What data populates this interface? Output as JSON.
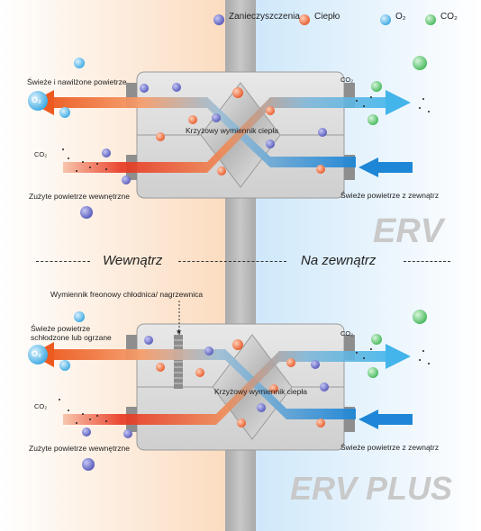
{
  "legend": {
    "pollution": "Zanieczyszczenia",
    "heat": "Ciepło",
    "o2": "O₂",
    "co2": "CO₂"
  },
  "zones": {
    "inside": "Wewnątrz",
    "outside": "Na zewnątrz"
  },
  "erv": {
    "title": "ERV",
    "fresh_in_label": "Świeże i nawilżone powietrze",
    "exhaust_in_label": "Zużyte powietrze wewnętrzne",
    "fresh_out_label": "Świeże powietrze z zewnątrz",
    "exchanger_label": "Krzyżowy wymiennik ciepła",
    "co2_left": "CO₂",
    "co2_right": "CO₂",
    "o2_text": "O₂"
  },
  "erv_plus": {
    "title": "ERV PLUS",
    "coil_label": "Wymiennik freonowy chłodnica/ nagrzewnica",
    "fresh_in_label_1": "Świeże powietrze",
    "fresh_in_label_2": "schłodzone lub ogrzane",
    "exhaust_in_label": "Zużyte powietrze wewnętrzne",
    "fresh_out_label": "Świeże powietrze z zewnątrz",
    "exchanger_label": "Krzyżowy wymiennik ciepła",
    "co2_left": "CO₂",
    "co2_right": "CO₂",
    "o2_text": "O₂"
  },
  "colors": {
    "inside_bg": "#fbe3cc",
    "outside_bg": "#dbeefb",
    "warm_arrow": "#ec5a1f",
    "cool_arrow": "#1e8fd8",
    "wall": "#b9b9b9",
    "pollution": "#6f72c9",
    "heat": "#f07b4d",
    "o2": "#4fb5ea",
    "co2": "#5bc36b"
  }
}
